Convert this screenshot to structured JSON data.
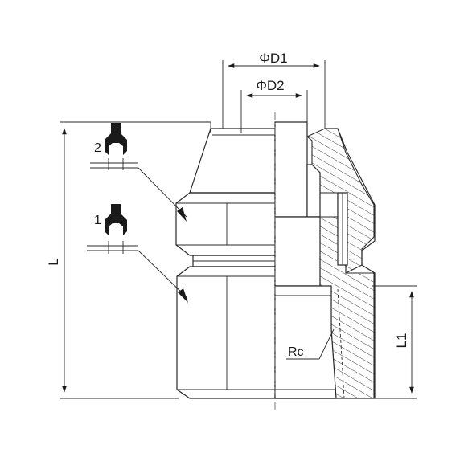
{
  "dimensions": {
    "outer_diameter": "ΦD1",
    "inner_diameter": "ΦD2",
    "total_length": "L",
    "thread_length": "L1",
    "thread_type": "Rc"
  },
  "wrench_markers": [
    {
      "number": "2"
    },
    {
      "number": "1"
    }
  ]
}
